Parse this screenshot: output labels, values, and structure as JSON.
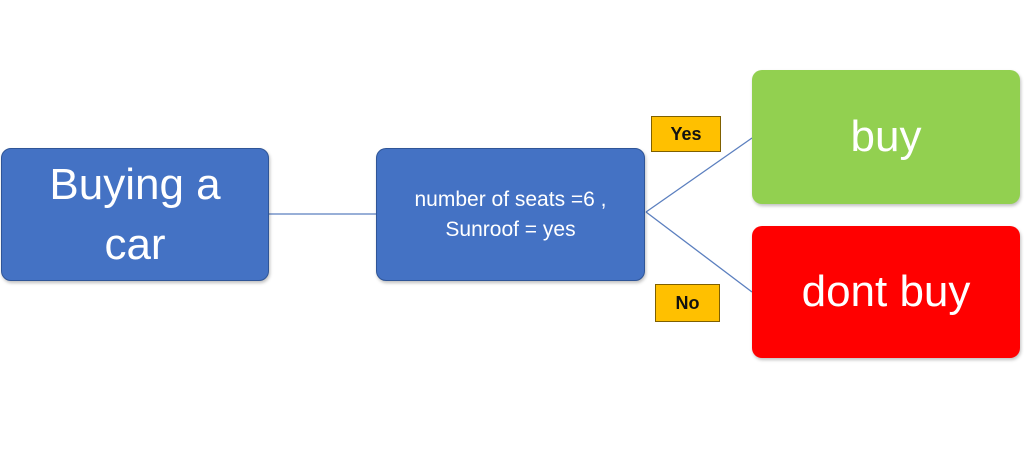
{
  "diagram": {
    "root": {
      "label": "Buying a car",
      "color": "#4472c4"
    },
    "decision": {
      "label": "number of seats =6 , Sunroof = yes",
      "color": "#4472c4"
    },
    "outcomes": [
      {
        "edge_label": "Yes",
        "label": "buy",
        "color": "#92d050"
      },
      {
        "edge_label": "No",
        "label": "dont buy",
        "color": "#ff0000"
      }
    ],
    "edge_label_color": "#ffc000",
    "connector_color": "#5b7fbf"
  }
}
